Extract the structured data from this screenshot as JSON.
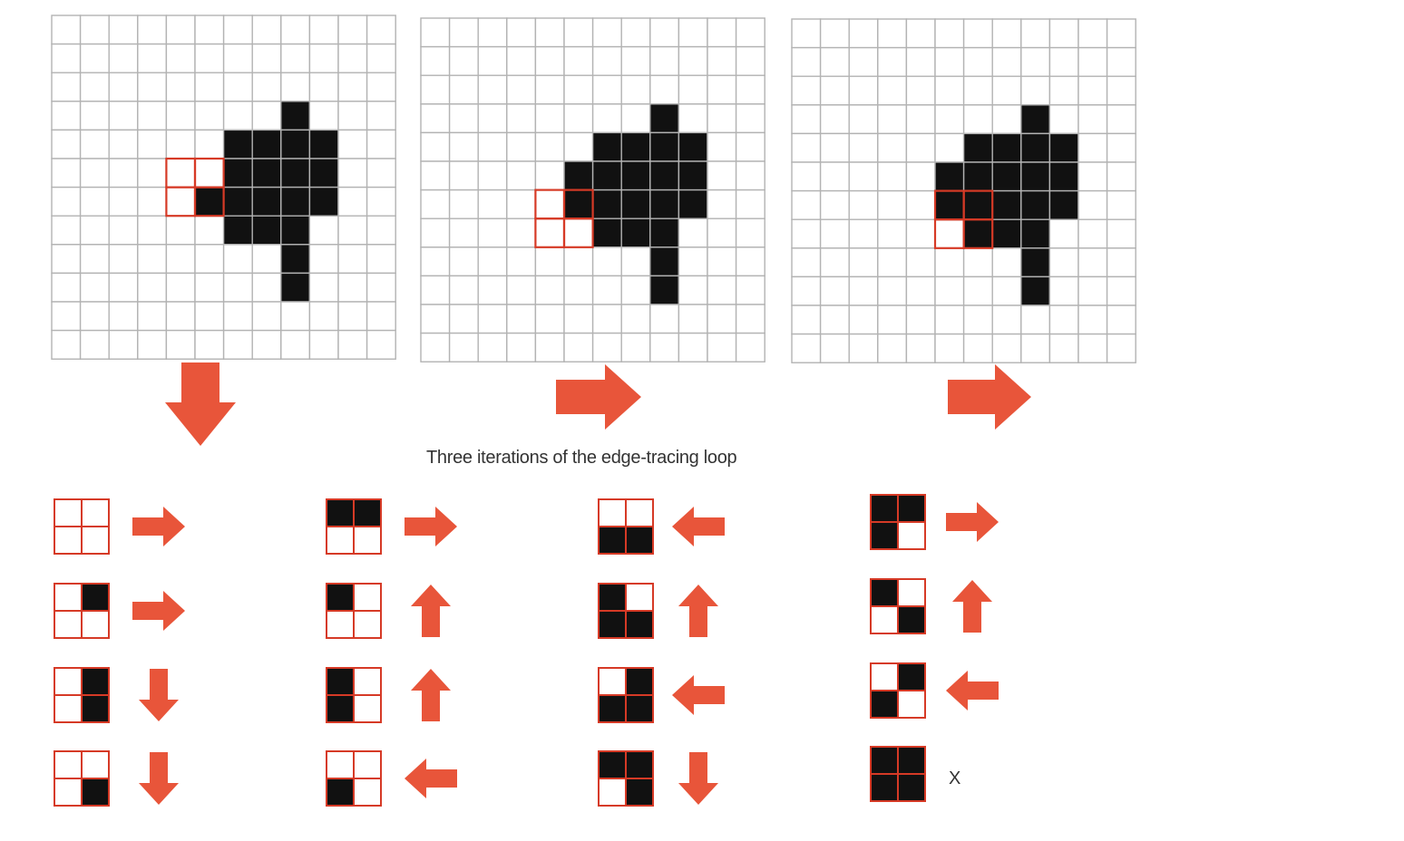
{
  "caption": "Three iterations of the edge-tracing loop",
  "end_mark": "X",
  "colors": {
    "accent": "#e8553a",
    "outline": "#d63a26",
    "filled": "#111111",
    "grid": "#b3b3b3"
  },
  "grid_size": [
    12,
    12
  ],
  "shape_cells": [
    [
      3,
      8
    ],
    [
      4,
      6
    ],
    [
      4,
      7
    ],
    [
      4,
      8
    ],
    [
      4,
      9
    ],
    [
      5,
      5
    ],
    [
      5,
      6
    ],
    [
      5,
      7
    ],
    [
      5,
      8
    ],
    [
      5,
      9
    ],
    [
      6,
      5
    ],
    [
      6,
      6
    ],
    [
      6,
      7
    ],
    [
      6,
      8
    ],
    [
      6,
      9
    ],
    [
      7,
      6
    ],
    [
      7,
      7
    ],
    [
      7,
      8
    ],
    [
      8,
      8
    ],
    [
      9,
      8
    ]
  ],
  "shape_variants": [
    {
      "name": "iteration-1-grid",
      "extra_cells": [
        [
          5,
          5
        ],
        [
          6,
          5
        ]
      ],
      "remove_cells": [
        [
          5,
          5
        ]
      ],
      "window": [
        5,
        4
      ]
    },
    {
      "name": "iteration-2-grid",
      "extra_cells": [
        [
          5,
          5
        ]
      ],
      "remove_cells": [],
      "window": [
        6,
        4
      ]
    },
    {
      "name": "iteration-3-grid",
      "extra_cells": [
        [
          5,
          5
        ],
        [
          6,
          5
        ]
      ],
      "remove_cells": [],
      "window": [
        6,
        5
      ]
    }
  ],
  "flow_arrows": [
    {
      "name": "down-arrow-icon",
      "direction": "down"
    },
    {
      "name": "right-arrow-icon",
      "direction": "right"
    },
    {
      "name": "right-arrow-icon",
      "direction": "right"
    }
  ],
  "lookup_table": [
    [
      {
        "cells": [
          0,
          0,
          0,
          0
        ],
        "move": "right"
      },
      {
        "cells": [
          0,
          1,
          0,
          0
        ],
        "move": "right"
      },
      {
        "cells": [
          0,
          1,
          0,
          1
        ],
        "move": "down"
      },
      {
        "cells": [
          0,
          0,
          0,
          1
        ],
        "move": "down"
      }
    ],
    [
      {
        "cells": [
          1,
          1,
          0,
          0
        ],
        "move": "right"
      },
      {
        "cells": [
          1,
          0,
          0,
          0
        ],
        "move": "up"
      },
      {
        "cells": [
          1,
          0,
          1,
          0
        ],
        "move": "up"
      },
      {
        "cells": [
          0,
          0,
          1,
          0
        ],
        "move": "left"
      }
    ],
    [
      {
        "cells": [
          0,
          0,
          1,
          1
        ],
        "move": "left"
      },
      {
        "cells": [
          1,
          0,
          1,
          1
        ],
        "move": "up"
      },
      {
        "cells": [
          0,
          1,
          1,
          1
        ],
        "move": "left"
      },
      {
        "cells": [
          1,
          1,
          0,
          1
        ],
        "move": "down"
      }
    ],
    [
      {
        "cells": [
          1,
          1,
          1,
          0
        ],
        "move": "right"
      },
      {
        "cells": [
          1,
          0,
          0,
          1
        ],
        "move": "up"
      },
      {
        "cells": [
          0,
          1,
          1,
          0
        ],
        "move": "left"
      },
      {
        "cells": [
          1,
          1,
          1,
          1
        ],
        "move": "none"
      }
    ]
  ]
}
